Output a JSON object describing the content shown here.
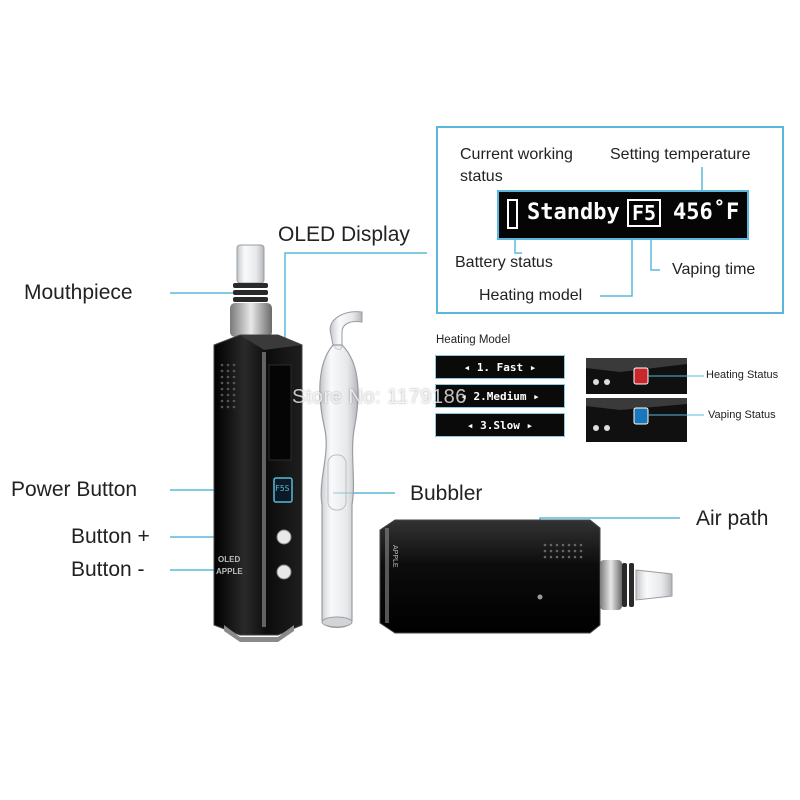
{
  "labels": {
    "mouthpiece": "Mouthpiece",
    "oled_display": "OLED Display",
    "power_button": "Power Button",
    "button_plus": "Button +",
    "button_minus": "Button -",
    "bubbler": "Bubbler",
    "air_path": "Air path"
  },
  "oled_callout": {
    "current_working_status_line1": "Current working",
    "current_working_status_line2": "status",
    "setting_temperature": "Setting temperature",
    "battery_status": "Battery status",
    "heating_model": "Heating model",
    "vaping_time": "Vaping time",
    "screen_status": "Standby",
    "screen_mode": "F5",
    "screen_temperature": "456˚F"
  },
  "heating_model_panel": {
    "title": "Heating Model",
    "options": [
      "1. Fast",
      "2.Medium",
      "3.Slow"
    ]
  },
  "status_panel": {
    "heating_status": "Heating Status",
    "vaping_status": "Vaping Status"
  },
  "device_text": {
    "power_button_display": "F5S",
    "brand_top": "OLED",
    "brand_bottom": "APPLE",
    "horizontal_brand": "APPLE"
  },
  "watermark": "Store No: 1179186",
  "colors": {
    "accent": "#5bb8dc",
    "device_body": "#141414",
    "oled_background": "#050505"
  }
}
